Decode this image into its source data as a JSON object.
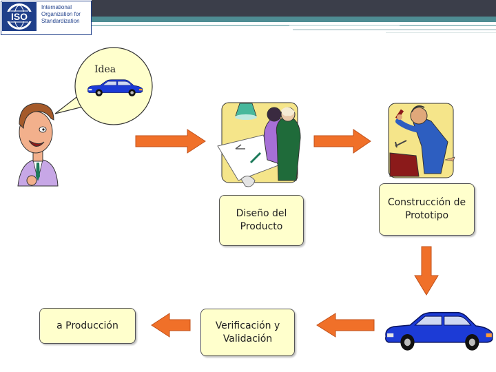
{
  "header": {
    "logo_mark": "ISO",
    "logo_lines": [
      "International",
      "Organization for",
      "Standardization"
    ]
  },
  "diagram": {
    "idea_label": "Idea",
    "design_box": [
      "Diseño  del",
      "Producto"
    ],
    "prototype_box": [
      "Construcción de",
      "Prototipo"
    ],
    "verification_box": [
      "Verificación y",
      "Validación"
    ],
    "production_box": "a Producción"
  },
  "colors": {
    "arrow_fill": "#f07029",
    "arrow_stroke": "#c0501a",
    "box_fill": "#ffffcc",
    "bubble_fill": "#ffffcc",
    "car_body": "#1c3bd6",
    "iso_blue": "#1f3f8a"
  }
}
